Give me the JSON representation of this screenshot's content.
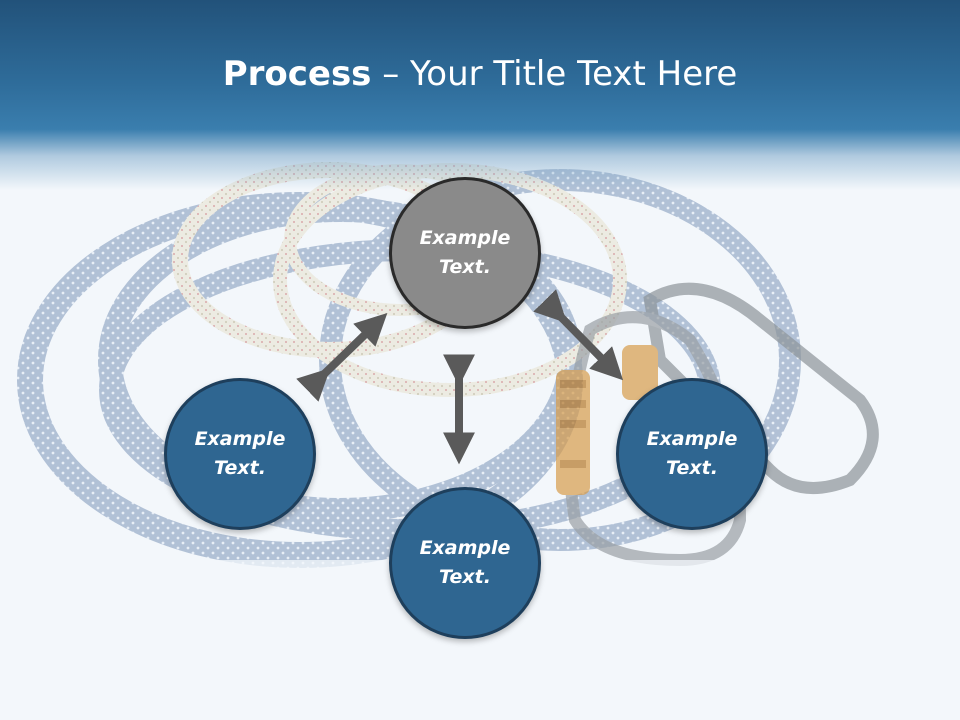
{
  "title": {
    "bold": "Process",
    "rest": " – Your Title Text Here"
  },
  "nodes": {
    "top": {
      "label": "Example Text."
    },
    "left": {
      "label": "Example Text."
    },
    "right": {
      "label": "Example Text."
    },
    "bottom": {
      "label": "Example Text."
    }
  },
  "colors": {
    "header": "#2f6d9b",
    "node_blue": "#2f6691",
    "node_gray": "#8a8a8a",
    "arrow": "#5a5a5a"
  },
  "icons": [
    "rope-coil-background",
    "carabiner-background",
    "double-arrow-icon"
  ]
}
